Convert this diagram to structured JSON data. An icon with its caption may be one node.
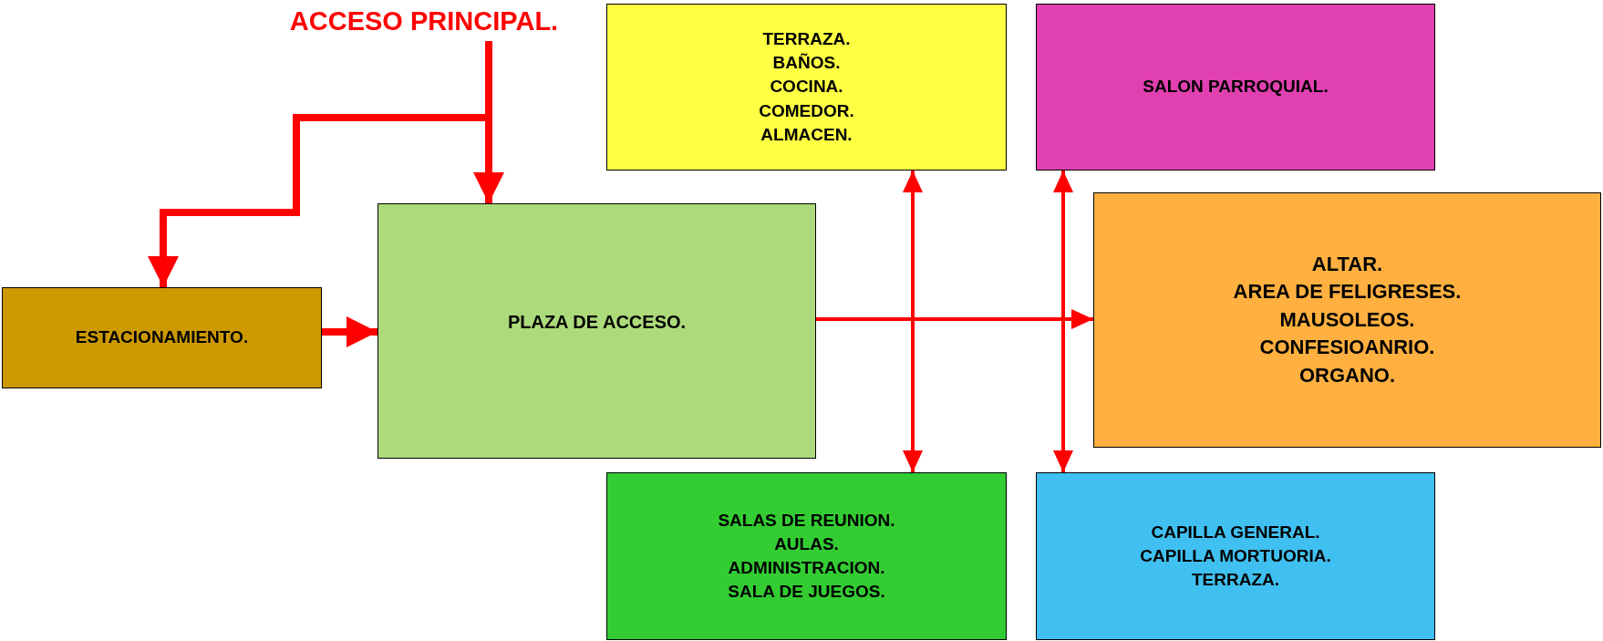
{
  "diagram": {
    "nodes": [
      {
        "text": [
          "ACCESO PRINCIPAL."
        ]
      },
      {
        "text": [
          "**ESTACIONAMIENTO**."
        ]
      },
      {
        "text": [
          "PLAZA DE ACCESO."
        ]
      },
      {
        "text": [
          "TERRAZA.",
          "BAÑOS.",
          "COCINA.",
          "COMEDOR.",
          "ALMACEN."
        ]
      },
      {
        "text": [
          "SALON PARROQUIAL."
        ]
      },
      {
        "text": [
          "ALTAR.",
          "AREA DE FELIGRESES.",
          "MAUSOLEOS.",
          "CONFESIOANRIO.",
          "ORGANO."
        ]
      },
      {
        "text": [
          "SALAS DE REUNION.",
          "AULAS.",
          "ADMINISTRACION.",
          "SALA DE JUEGOS."
        ]
      },
      {
        "text": [
          "CAPILLA GENERAL.",
          "CAPILLA MORTUORIA.",
          "TERRAZA."
        ]
      }
    ],
    "edges": [
      {
        "from": 0,
        "to": 1,
        "arrow": "to",
        "style": "thick"
      },
      {
        "from": 0,
        "to": 2,
        "arrow": "to",
        "style": "thick"
      },
      {
        "from": 1,
        "to": 2,
        "arrow": "to",
        "style": "thick"
      },
      {
        "from": 2,
        "to": 5,
        "arrow": "to"
      },
      {
        "from": 3,
        "to": 6,
        "arrow": "both"
      },
      {
        "from": 4,
        "to": 7,
        "arrow": "both"
      }
    ]
  }
}
